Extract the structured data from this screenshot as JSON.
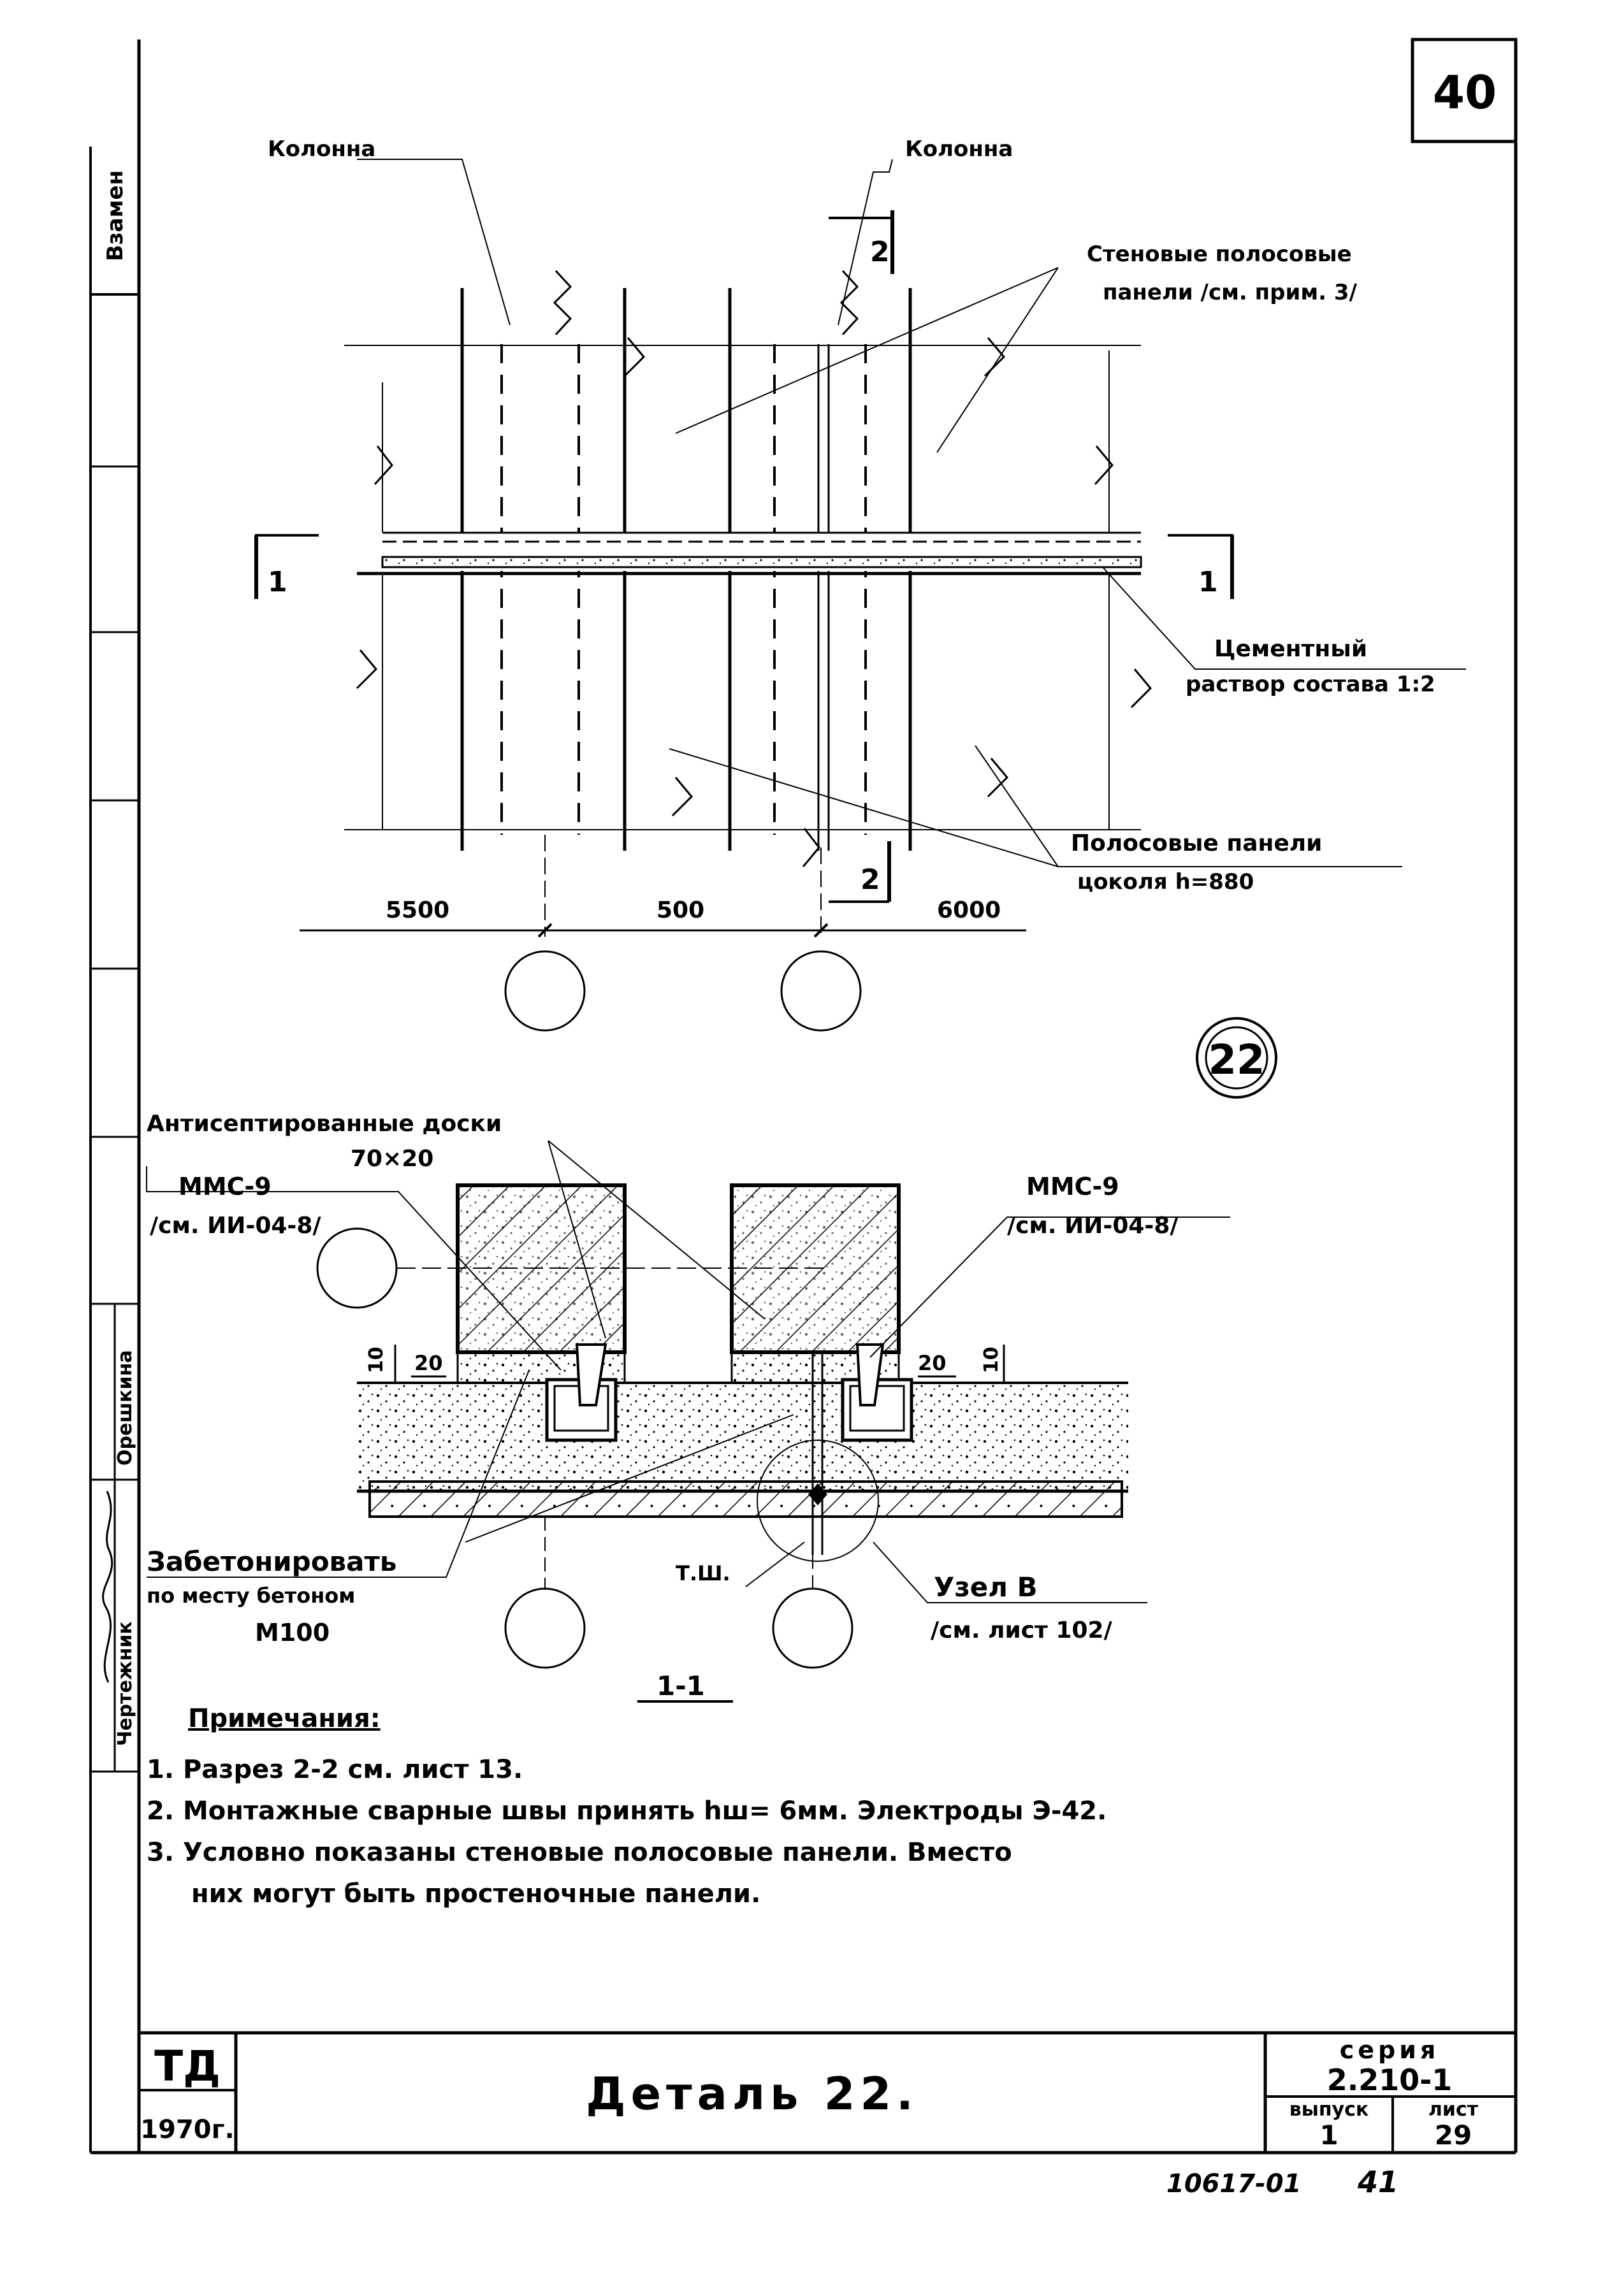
{
  "sheet_number": "40",
  "plan": {
    "label_column_left": "Колонна",
    "label_column_right": "Колонна",
    "section_2_top": "2",
    "section_2_bottom": "2",
    "section_1_left": "1",
    "section_1_right": "1",
    "wall_panels_line1": "Стеновые полосовые",
    "wall_panels_line2": "панели /см. прим. 3/",
    "cement_line1": "Цементный",
    "cement_line2": "раствор состава 1:2",
    "plinth_line1": "Полосовые панели",
    "plinth_line2": "цоколя h=880",
    "dim_left": "5500",
    "dim_mid": "500",
    "dim_right": "6000"
  },
  "detail_mark": "22",
  "section": {
    "boards_line1": "Антисептированные доски",
    "boards_line2": "70×20",
    "mmc_left_line1": "ММС-9",
    "mmc_left_line2": "/см. ИИ-04-8/",
    "mmc_right_line1": "ММС-9",
    "mmc_right_line2": "/см. ИИ-04-8/",
    "dim_10_left": "10",
    "dim_20_left": "20",
    "dim_20_right": "20",
    "dim_10_right": "10",
    "concrete_line1": "Забетонировать",
    "concrete_line2": "по месту бетоном",
    "concrete_line3": "М100",
    "tm": "Т.Ш.",
    "node_line1": "Узел В",
    "node_line2": "/см. лист 102/",
    "title": "1-1"
  },
  "notes": {
    "heading": "Примечания:",
    "n1": "1. Разрез 2-2 см. лист 13.",
    "n2": "2. Монтажные сварные швы принять hш= 6мм. Электроды Э-42.",
    "n3a": "3. Условно показаны стеновые полосовые панели. Вместо",
    "n3b": "них могут быть простеночные панели."
  },
  "side": {
    "vzamen": "Взамен",
    "oreshkina": "Орешкина",
    "chertezhnik": "Чертежник"
  },
  "title_block": {
    "td": "ТД",
    "year": "1970г.",
    "title": "Деталь 22.",
    "seria_label": "серия",
    "seria_value": "2.210-1",
    "vypusk_label": "выпуск",
    "vypusk_value": "1",
    "list_label": "лист",
    "list_value": "29"
  },
  "footer_ref": "10617-01",
  "footer_page": "41"
}
